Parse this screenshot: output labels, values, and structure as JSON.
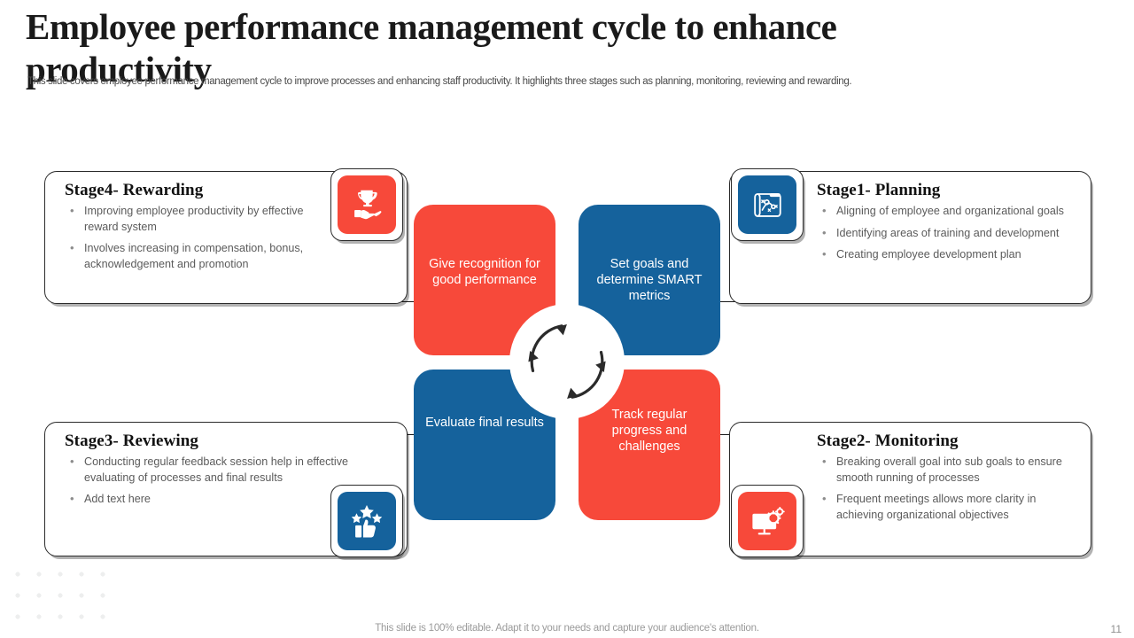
{
  "header": {
    "title": "Employee performance management cycle to enhance productivity",
    "subtitle": "This slide covers employee performance management cycle to improve processes and enhancing staff productivity. It highlights three stages such as planning, monitoring, reviewing and rewarding."
  },
  "colors": {
    "red": "#f7493a",
    "blue": "#15629c",
    "card_border": "#2b2b2b",
    "heading": "#111111",
    "bullet_text": "#5b5b5b",
    "footer_text": "#9a9a9a"
  },
  "cards": {
    "stage4": {
      "heading": "Stage4- Rewarding",
      "icon": "trophy-in-hand-icon",
      "icon_color": "#f7493a",
      "bullets": [
        "Improving employee productivity by effective reward system",
        "Involves increasing in compensation, bonus, acknowledgement and promotion"
      ]
    },
    "stage1": {
      "heading": "Stage1- Planning",
      "icon": "blueprint-strategy-icon",
      "icon_color": "#15629c",
      "bullets": [
        "Aligning of employee and organizational goals",
        "Identifying areas of training and development",
        "Creating employee development plan"
      ]
    },
    "stage3": {
      "heading": "Stage3- Reviewing",
      "icon": "thumbs-up-stars-icon",
      "icon_color": "#15629c",
      "bullets": [
        "Conducting regular feedback session help in effective evaluating of processes and final results",
        "Add text here"
      ]
    },
    "stage2": {
      "heading": "Stage2- Monitoring",
      "icon": "monitor-gears-icon",
      "icon_color": "#f7493a",
      "bullets": [
        "Breaking overall goal into sub goals to ensure smooth running of processes",
        "Frequent meetings allows more clarity in achieving organizational objectives"
      ]
    }
  },
  "cycle": {
    "quadrants": [
      {
        "position": "top-left",
        "label": "Give recognition for good performance",
        "color": "#f7493a"
      },
      {
        "position": "top-right",
        "label": "Set goals and determine SMART metrics",
        "color": "#15629c"
      },
      {
        "position": "bottom-left",
        "label": "Evaluate final results",
        "color": "#15629c"
      },
      {
        "position": "bottom-right",
        "label": "Track regular progress and challenges",
        "color": "#f7493a"
      }
    ],
    "hub_icon": "circular-arrows-cycle-icon"
  },
  "footer": {
    "note": "This slide is 100% editable. Adapt it to your needs and capture your audience's attention.",
    "page_number": "11"
  }
}
